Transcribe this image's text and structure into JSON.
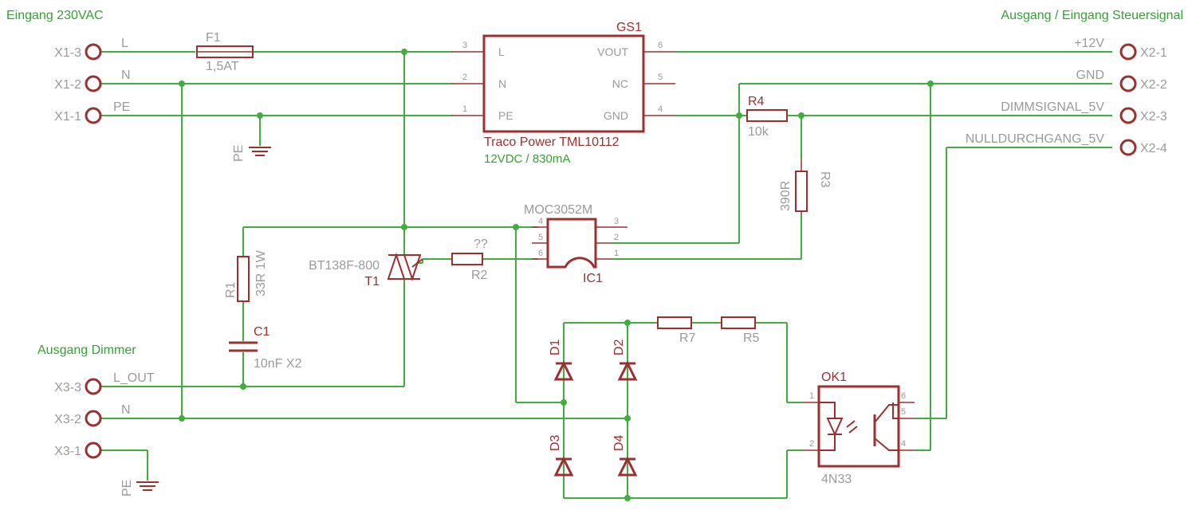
{
  "sections": {
    "input_title": "Eingang 230VAC",
    "output_title": "Ausgang / Eingang Steuersignal",
    "dimmer_title": "Ausgang Dimmer"
  },
  "connectors": {
    "x1_3": "X1-3",
    "x1_2": "X1-2",
    "x1_1": "X1-1",
    "x2_1": "X2-1",
    "x2_2": "X2-2",
    "x2_3": "X2-3",
    "x2_4": "X2-4",
    "x3_3": "X3-3",
    "x3_2": "X3-2",
    "x3_1": "X3-1"
  },
  "nets": {
    "l": "L",
    "n": "N",
    "pe": "PE",
    "plus12v": "+12V",
    "gnd": "GND",
    "dimmsignal": "DIMMSIGNAL_5V",
    "nulldurchgang": "NULLDURCHGANG_5V",
    "l_out": "L_OUT",
    "n_out": "N",
    "pe_sym1": "PE",
    "pe_sym2": "PE"
  },
  "parts": {
    "f1": {
      "name": "F1",
      "value": "1,5AT"
    },
    "gs1": {
      "name": "GS1",
      "value": "Traco Power TML10112",
      "spec": "12VDC / 830mA",
      "pins": {
        "l": "L",
        "n": "N",
        "pe": "PE",
        "vout": "VOUT",
        "nc": "NC",
        "gnd": "GND"
      },
      "pin_numbers": {
        "p1": "1",
        "p2": "2",
        "p3": "3",
        "p4": "4",
        "p5": "5",
        "p6": "6"
      }
    },
    "r4": {
      "name": "R4",
      "value": "10k"
    },
    "r3": {
      "name": "R3",
      "value": "390R"
    },
    "ic1": {
      "name": "IC1",
      "value": "MOC3052M",
      "pin_numbers": {
        "p1": "1",
        "p2": "2",
        "p3": "3",
        "p4": "4",
        "p5": "5",
        "p6": "6"
      }
    },
    "r1": {
      "name": "R1",
      "value": "33R 1W"
    },
    "c1": {
      "name": "C1",
      "value": "10nF X2"
    },
    "t1": {
      "name": "T1",
      "value": "BT138F-800"
    },
    "r2": {
      "name": "R2",
      "value": "??"
    },
    "r7": {
      "name": "R7"
    },
    "r5": {
      "name": "R5"
    },
    "d1": {
      "name": "D1"
    },
    "d2": {
      "name": "D2"
    },
    "d3": {
      "name": "D3"
    },
    "d4": {
      "name": "D4"
    },
    "ok1": {
      "name": "OK1",
      "value": "4N33",
      "pin_numbers": {
        "p1": "1",
        "p2": "2",
        "p4": "4",
        "p5": "5",
        "p6": "6"
      }
    }
  },
  "colors": {
    "wire": "#3fae3f",
    "part": "#9b3030",
    "label": "#9a9a9a",
    "title": "#35a135"
  }
}
